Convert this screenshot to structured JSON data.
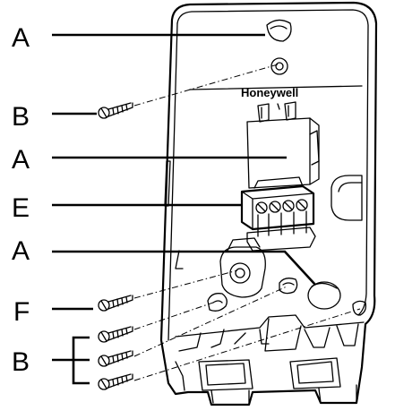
{
  "callouts": {
    "a_top": "A",
    "b_top": "B",
    "a_mid": "A",
    "e": "E",
    "a_low": "A",
    "f": "F",
    "b_bottom": "B"
  },
  "brand": "Honeywell"
}
